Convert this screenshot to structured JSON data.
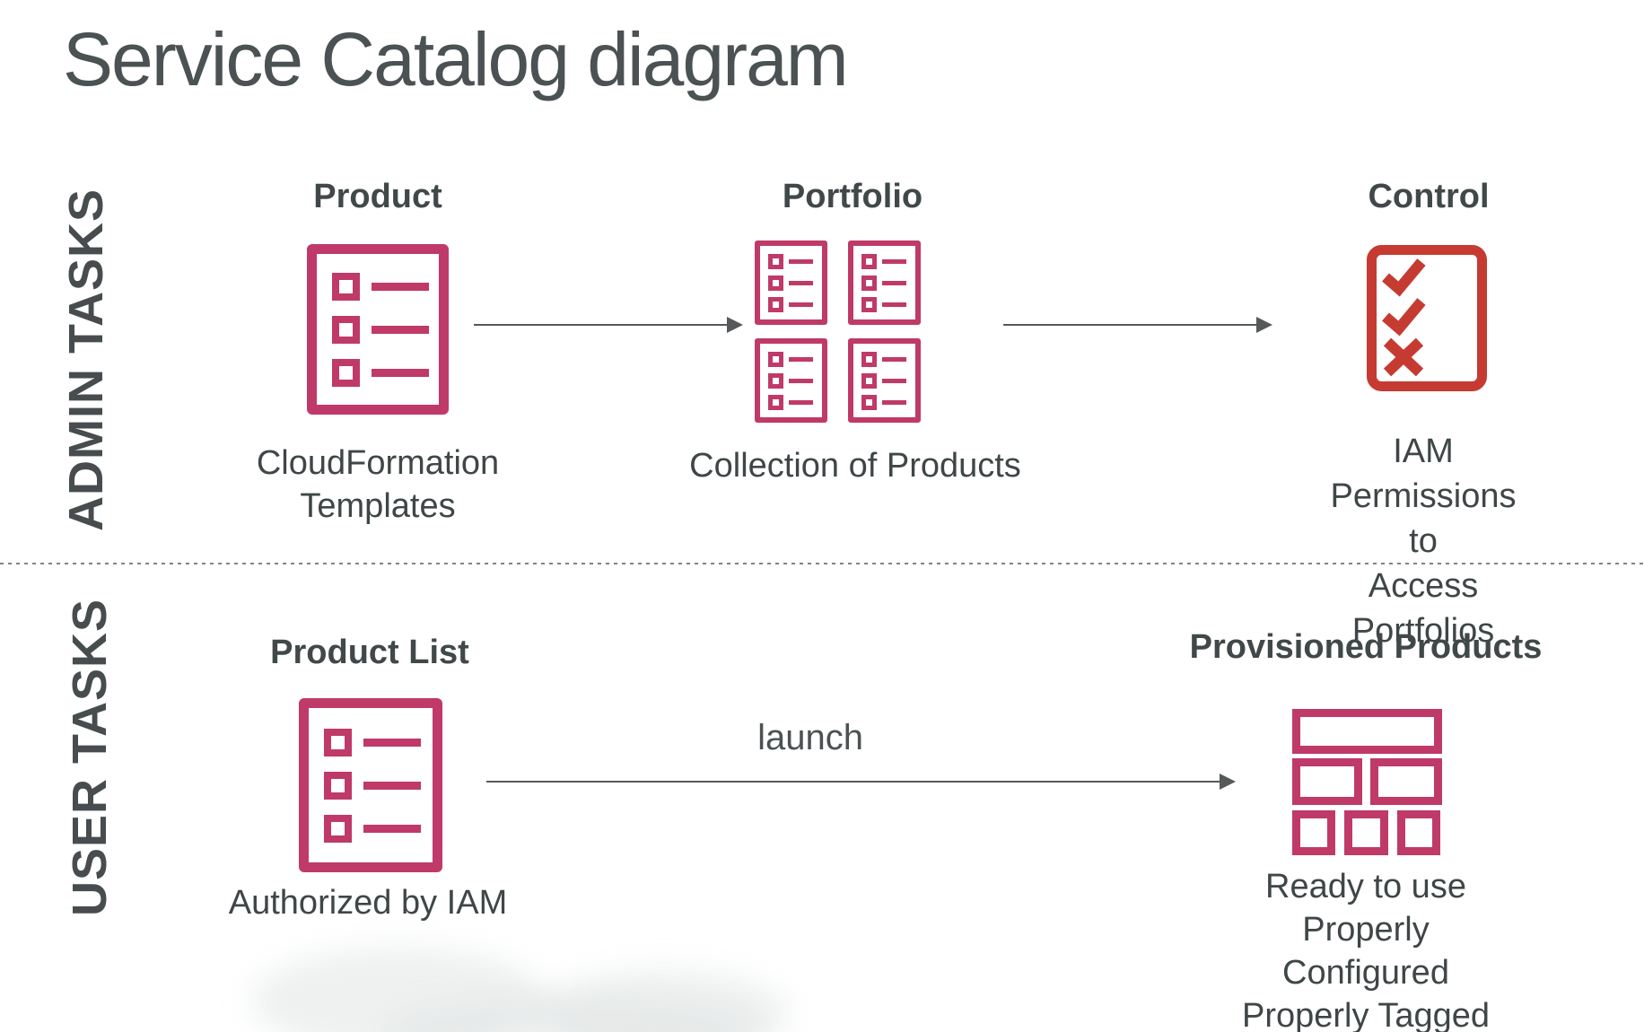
{
  "title": "Service Catalog diagram",
  "colors": {
    "pink_icon": "#bf3a68",
    "red_icon": "#c53b32",
    "text_dark": "#3f4647",
    "arrow_gray": "#55595a",
    "background": "#ffffff"
  },
  "admin_row": {
    "label": "ADMIN TASKS",
    "columns": [
      {
        "heading": "Product",
        "caption": "CloudFormation\nTemplates",
        "icon": "list-document-icon"
      },
      {
        "heading": "Portfolio",
        "caption": "Collection of Products",
        "icon": "grid-of-list-documents-icon"
      },
      {
        "heading": "Control",
        "caption": "IAM Permissions to\nAccess Portfolios",
        "icon": "checklist-with-x-icon"
      }
    ]
  },
  "user_row": {
    "label": "USER TASKS",
    "arrow_label": "launch",
    "columns": [
      {
        "heading": "Product List",
        "caption": "Authorized by IAM",
        "icon": "list-document-icon"
      },
      {
        "heading": "Provisioned Products",
        "caption": "Ready to use\nProperly Configured\nProperly Tagged",
        "icon": "stacked-blocks-icon"
      }
    ]
  }
}
